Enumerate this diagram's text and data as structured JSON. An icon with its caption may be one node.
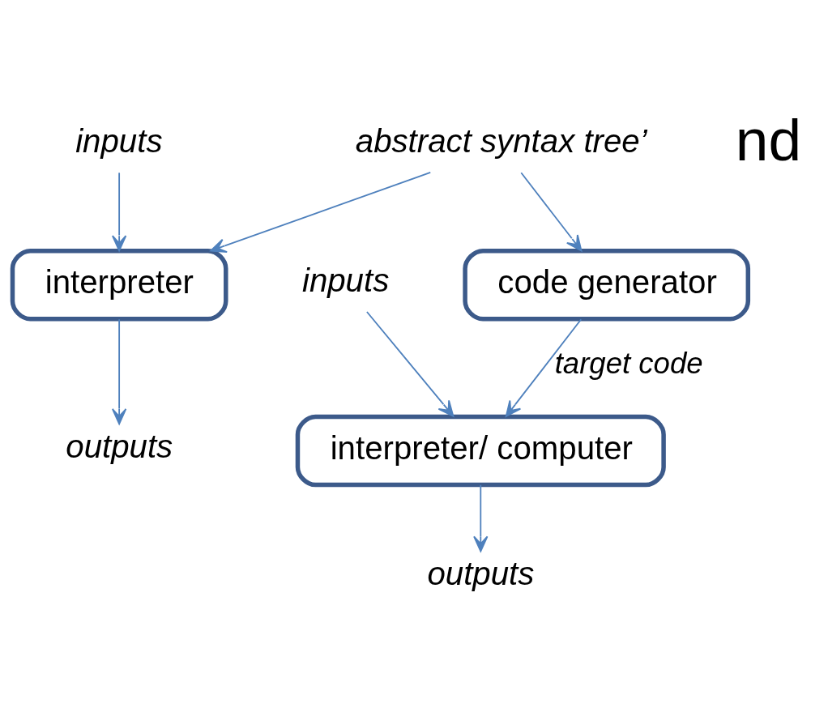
{
  "diagram": {
    "nodes": [
      {
        "text": [
          "abstract syntax tree’"
        ]
      },
      {
        "text": [
          "code generator"
        ]
      },
      {
        "text": [
          "interpreter"
        ]
      },
      {
        "text": [
          "inputs"
        ]
      },
      {
        "text": [
          "outputs"
        ]
      },
      {
        "text": [
          "inputs"
        ]
      },
      {
        "text": [
          "interpreter/ computer"
        ]
      },
      {
        "text": [
          "outputs"
        ]
      }
    ],
    "edges": [
      {
        "from": 0,
        "to": 1,
        "arrow": "to"
      },
      {
        "from": 0,
        "to": 2,
        "arrow": "to"
      },
      {
        "from": 3,
        "to": 2,
        "arrow": "to"
      },
      {
        "from": 2,
        "to": 4,
        "arrow": "to"
      },
      {
        "from": 1,
        "to": 6,
        "arrow": "to",
        "label": "target code"
      },
      {
        "from": 5,
        "to": 6,
        "arrow": "to"
      },
      {
        "from": 6,
        "to": 7,
        "arrow": "to"
      }
    ],
    "labels": [
      "nd"
    ]
  }
}
